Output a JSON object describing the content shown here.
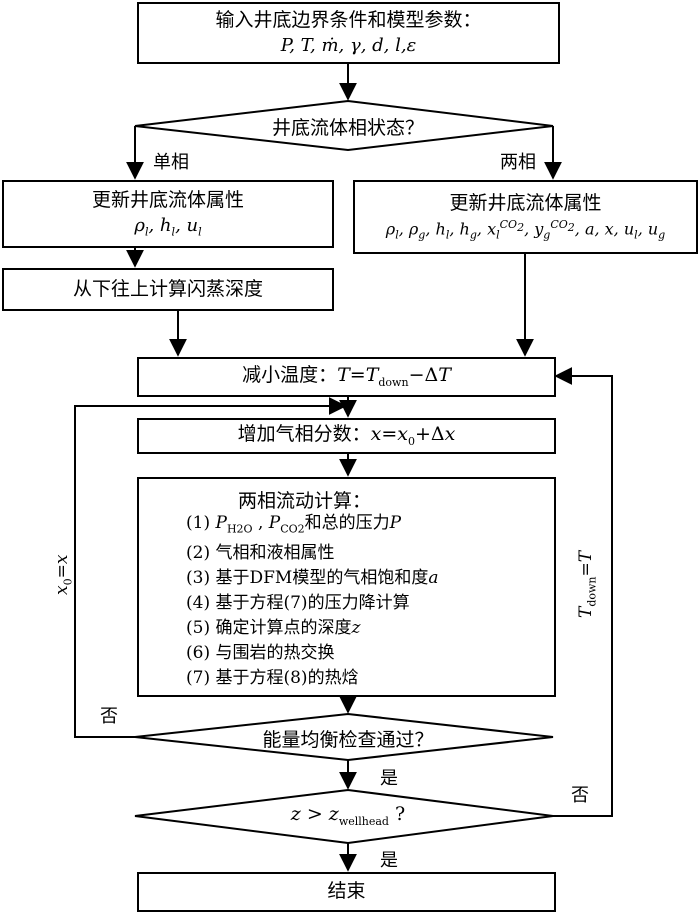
{
  "nodes": {
    "input": {
      "title": "输入井底边界条件和模型参数：",
      "formula": "P, T, ṁ, γ, d, l,ε"
    },
    "phase_check": {
      "text": "井底流体相状态？"
    },
    "single_update": {
      "title": "更新井底流体属性",
      "formula": "ρl, hl, ul"
    },
    "two_update": {
      "title": "更新井底流体属性",
      "formula": "ρl, ρg, hl, hg, xlCO2, ygCO2, a, x, ul, ug"
    },
    "flash_depth": {
      "text": "从下往上计算闪蒸深度"
    },
    "reduce_temp": {
      "text": "减小温度：T=Tdown−ΔT"
    },
    "increase_x": {
      "text": "增加气相分数：x=x0+Δx"
    },
    "two_phase_calc": {
      "title": "两相流动计算：",
      "steps": [
        "(1) PH2O , PCO2和总的压力P",
        "(2) 气相和液相属性",
        "(3) 基于DFM模型的气相饱和度a",
        "(4) 基于方程(7)的压力降计算",
        "(5) 确定计算点的深度z",
        "(6) 与围岩的热交换",
        "(7) 基于方程(8)的热焓"
      ]
    },
    "energy_check": {
      "text": "能量均衡检查通过？"
    },
    "depth_check": {
      "text": "z > zwellhead ?"
    },
    "end": {
      "text": "结束"
    }
  },
  "edge_labels": {
    "single": "单相",
    "two": "两相",
    "energy_no": "否",
    "energy_yes": "是",
    "depth_no": "否",
    "depth_yes": "是",
    "loop_left": "x0=x",
    "loop_right": "Tdown=T"
  }
}
